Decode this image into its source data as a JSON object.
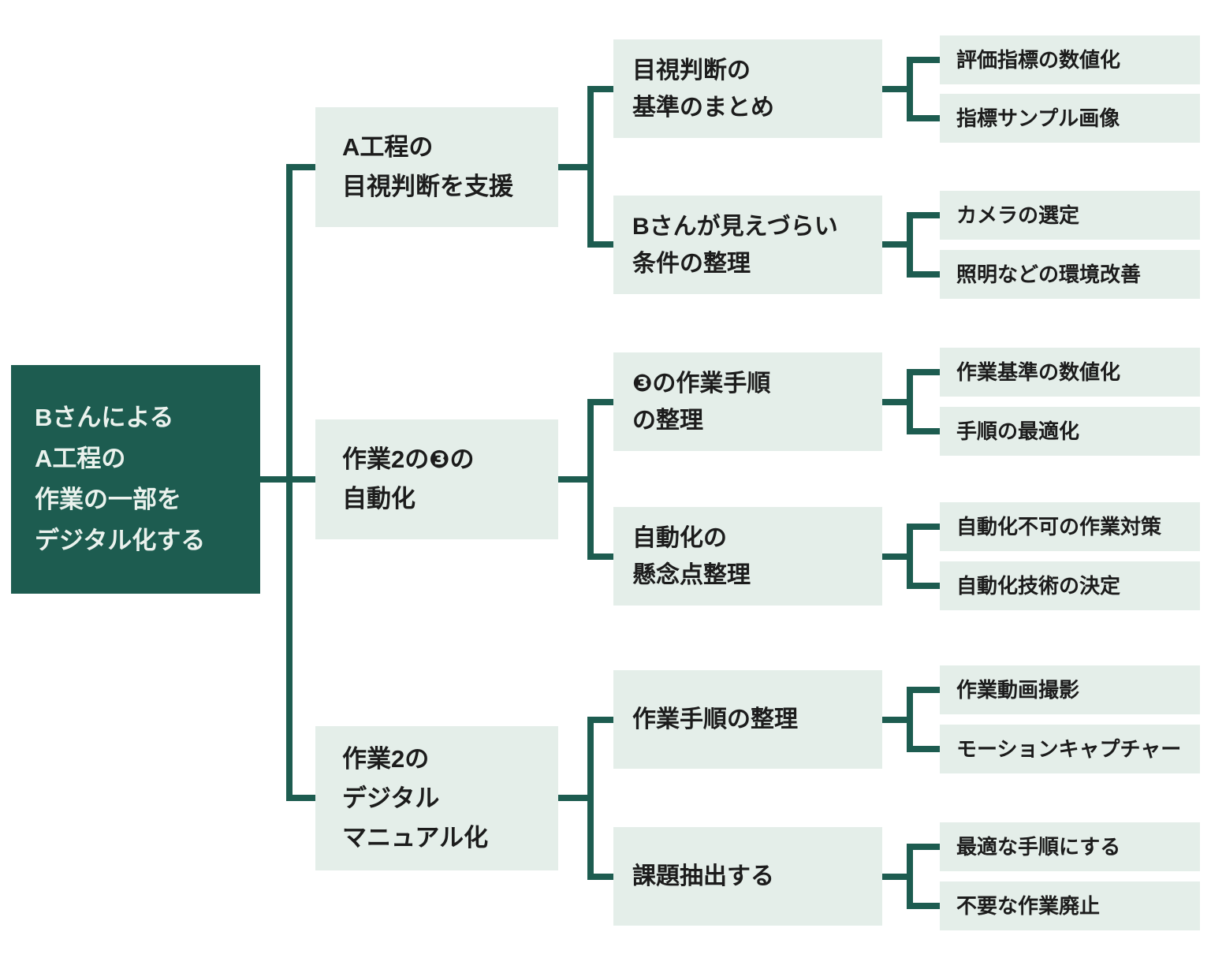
{
  "colors": {
    "node_fill_dark": "#1d5c50",
    "node_fill_light": "#e4eee9",
    "connector_line": "#1d5c50",
    "text_dark": "#1c1c1c",
    "text_light": "#eaf2ed",
    "background": "#ffffff"
  },
  "tree": {
    "root": {
      "label": "Bさんによる\nA工程の\n作業の一部を\nデジタル化する"
    },
    "branches": [
      {
        "label": "A工程の\n目視判断を支援",
        "children": [
          {
            "label": "目視判断の\n基準のまとめ",
            "children": [
              {
                "label": "評価指標の数値化"
              },
              {
                "label": "指標サンプル画像"
              }
            ]
          },
          {
            "label": "Bさんが見えづらい\n条件の整理",
            "children": [
              {
                "label": "カメラの選定"
              },
              {
                "label": "照明などの環境改善"
              }
            ]
          }
        ]
      },
      {
        "label": "作業2の❸の\n自動化",
        "children": [
          {
            "label": "❸の作業手順\nの整理",
            "children": [
              {
                "label": "作業基準の数値化"
              },
              {
                "label": "手順の最適化"
              }
            ]
          },
          {
            "label": "自動化の\n懸念点整理",
            "children": [
              {
                "label": "自動化不可の作業対策"
              },
              {
                "label": "自動化技術の決定"
              }
            ]
          }
        ]
      },
      {
        "label": "作業2の\nデジタル\nマニュアル化",
        "children": [
          {
            "label": "作業手順の整理",
            "children": [
              {
                "label": "作業動画撮影"
              },
              {
                "label": "モーションキャプチャー"
              }
            ]
          },
          {
            "label": "課題抽出する",
            "children": [
              {
                "label": "最適な手順にする"
              },
              {
                "label": "不要な作業廃止"
              }
            ]
          }
        ]
      }
    ]
  }
}
